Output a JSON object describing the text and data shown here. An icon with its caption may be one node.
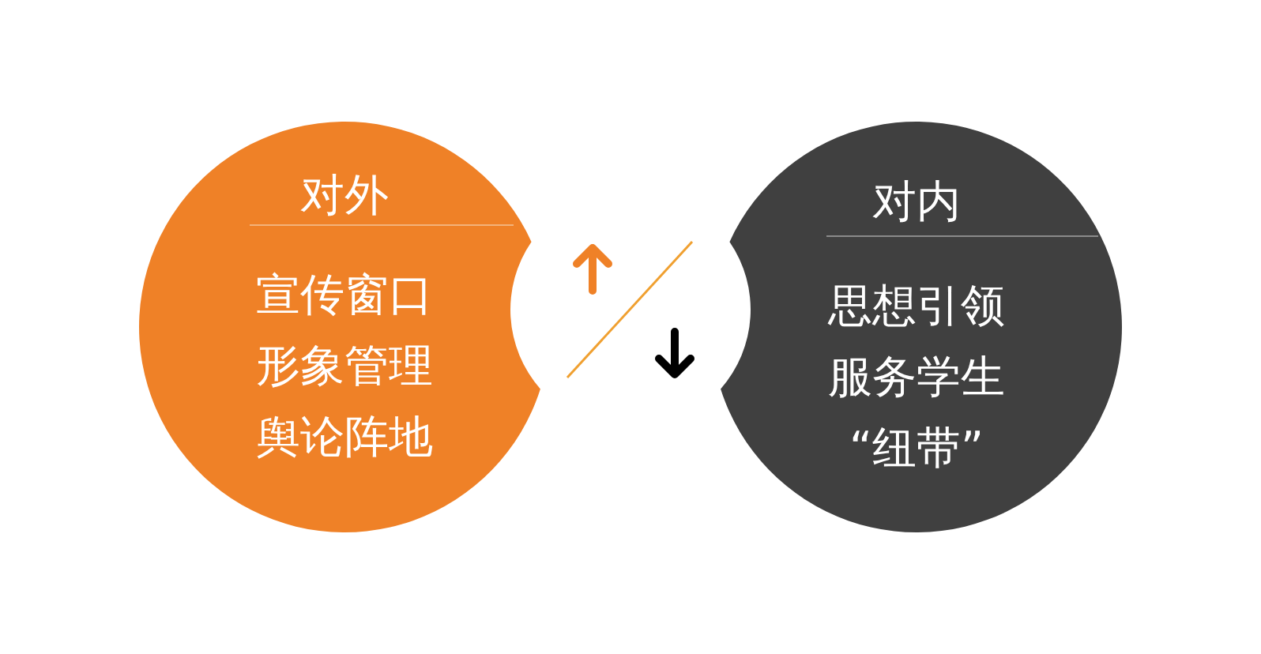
{
  "diagram": {
    "nodes": [
      {
        "text": [
          "对外",
          "宣传窗口",
          "形象管理",
          "舆论阵地"
        ]
      },
      {
        "text": [
          "对内",
          "思想引领",
          "服务学生",
          "“纽带”"
        ]
      }
    ]
  }
}
